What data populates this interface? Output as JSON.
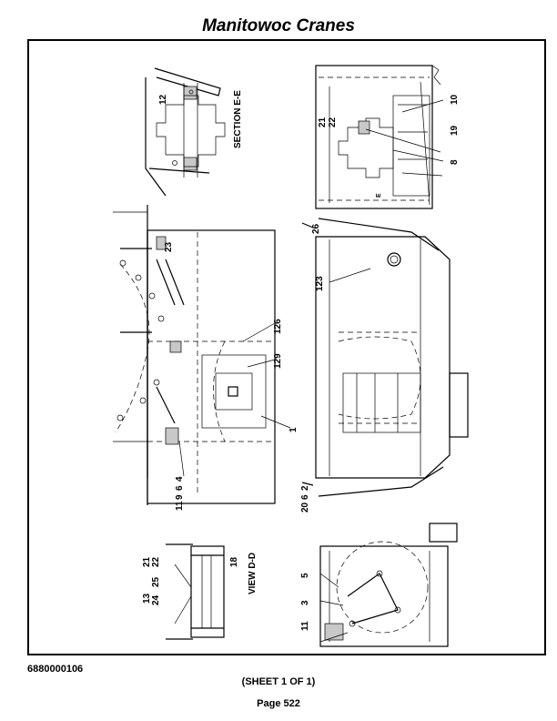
{
  "header": {
    "title": "Manitowoc Cranes"
  },
  "footer": {
    "doc_number": "6880000106",
    "sheet": "(SHEET 1 OF 1)",
    "page": "Page 522"
  },
  "drawing": {
    "section_title": "SECTION E-E",
    "view_title": "VIEW D-D",
    "callouts": {
      "c12": "12",
      "c21_22_top": "21\n22",
      "c10": "10",
      "c19": "19",
      "c8": "8",
      "c26": "26",
      "c23": "23",
      "c123": "123",
      "c126": "126",
      "c129": "129",
      "c1": "1",
      "c4": "4",
      "c6": "6",
      "c9": "9",
      "c11_mid": "11",
      "c2": "2",
      "c6_b": "6",
      "c20": "20",
      "c21": "21",
      "c22": "22",
      "c25": "25",
      "c18": "18",
      "c13": "13",
      "c24": "24",
      "c5": "5",
      "c3": "3",
      "c11_bot": "11",
      "e_marker": "E"
    }
  }
}
